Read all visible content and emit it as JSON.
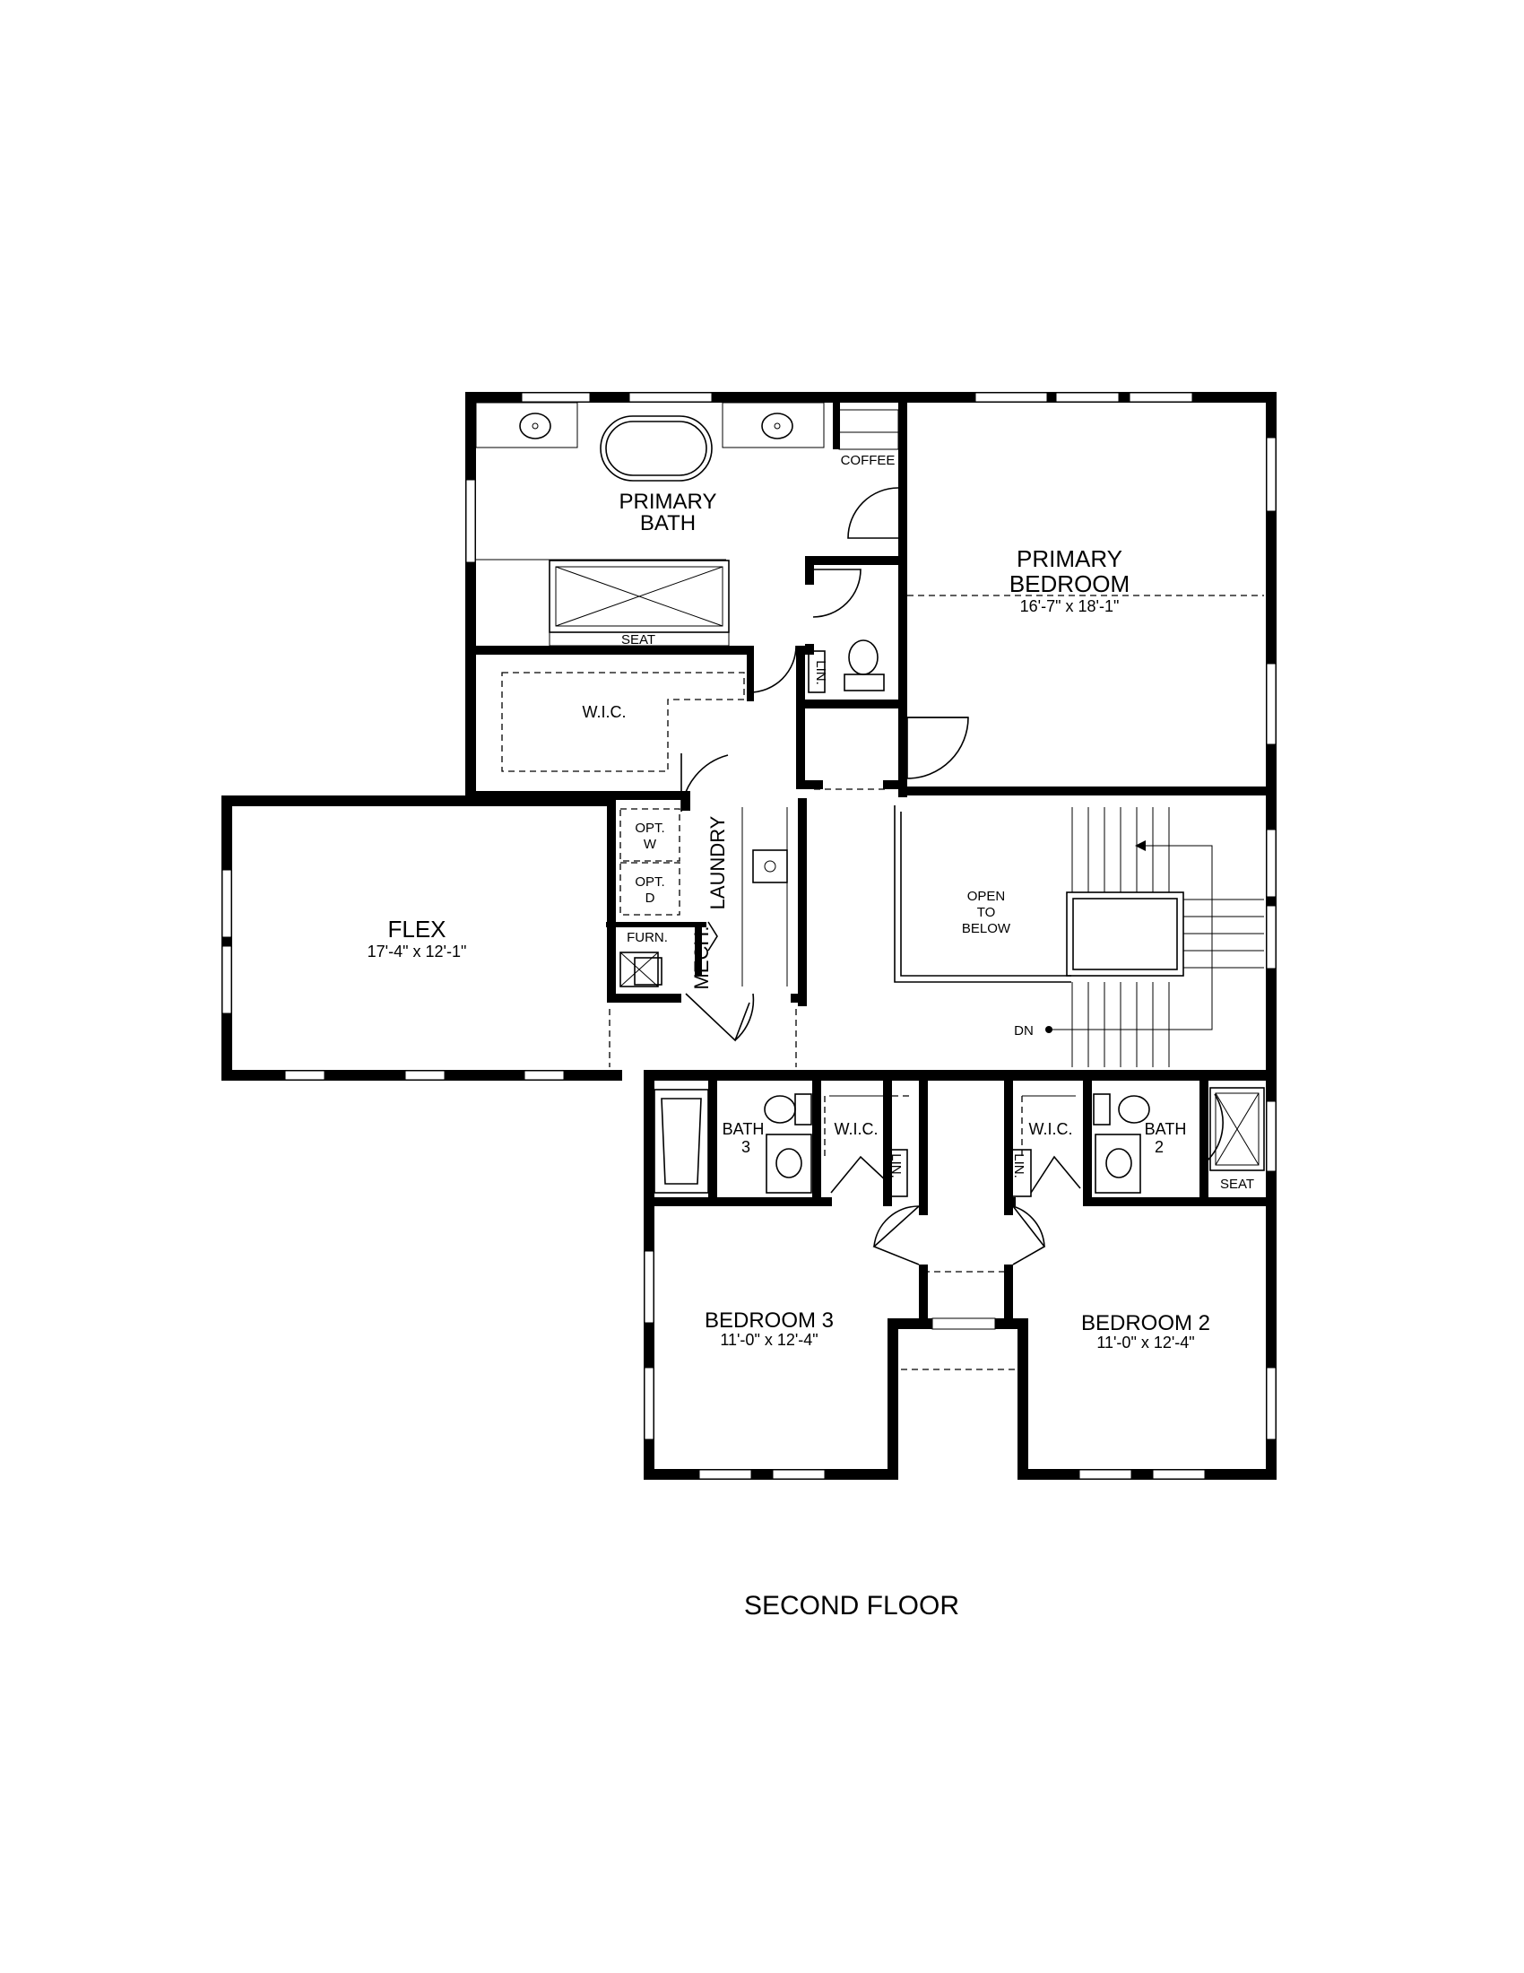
{
  "title": "SECOND FLOOR",
  "rooms": {
    "primary_bath": {
      "line1": "PRIMARY",
      "line2": "BATH"
    },
    "coffee": "COFFEE",
    "seat_primary": "SEAT",
    "primary_bedroom": {
      "line1": "PRIMARY",
      "line2": "BEDROOM",
      "dims": "16'-7\" x 18'-1\""
    },
    "wic_primary": "W.I.C.",
    "lin_primary": "LIN.",
    "opt_w": {
      "line1": "OPT.",
      "line2": "W"
    },
    "opt_d": {
      "line1": "OPT.",
      "line2": "D"
    },
    "laundry": "LAUNDRY",
    "furn": "FURN.",
    "mech": "MECH.",
    "flex": {
      "name": "FLEX",
      "dims": "17'-4\" x 12'-1\""
    },
    "open_to_below": {
      "line1": "OPEN",
      "line2": "TO",
      "line3": "BELOW"
    },
    "dn": "DN",
    "bath3": {
      "line1": "BATH",
      "line2": "3"
    },
    "wic3": "W.I.C.",
    "lin3": "LIN.",
    "wic2": "W.I.C.",
    "lin2": "LIN.",
    "bath2": {
      "line1": "BATH",
      "line2": "2"
    },
    "seat2": "SEAT",
    "bedroom3": {
      "name": "BEDROOM 3",
      "dims": "11'-0\" x 12'-4\""
    },
    "bedroom2": {
      "name": "BEDROOM 2",
      "dims": "11'-0\" x 12'-4\""
    }
  }
}
